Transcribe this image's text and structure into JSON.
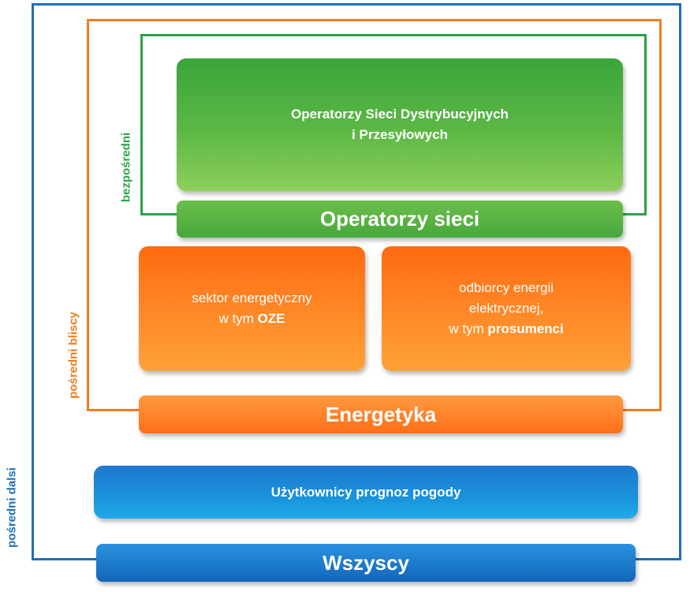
{
  "frames": {
    "direct_label": "bezpośredni",
    "near_indirect_label": "pośredni bliscy",
    "far_indirect_label": "pośredni dalsi"
  },
  "boxes": {
    "operators_detail": {
      "line1": "Operatorzy Sieci Dystrybucyjnych",
      "line2": "i Przesyłowych"
    },
    "operators_bar": "Operatorzy sieci",
    "energy_sector": {
      "line1": "sektor energetyczny",
      "line2_prefix": "w tym ",
      "line2_bold": "OZE"
    },
    "consumers": {
      "line1": "odbiorcy energii",
      "line2": "elektrycznej,",
      "line3_prefix": "w tym ",
      "line3_bold": "prosumenci"
    },
    "energy_bar": "Energetyka",
    "forecast_users": "Użytkownicy prognoz pogody",
    "everyone_bar": "Wszyscy"
  },
  "colors": {
    "blue": "#1f6fb5",
    "orange": "#ef7d22",
    "green": "#2aa24a"
  }
}
